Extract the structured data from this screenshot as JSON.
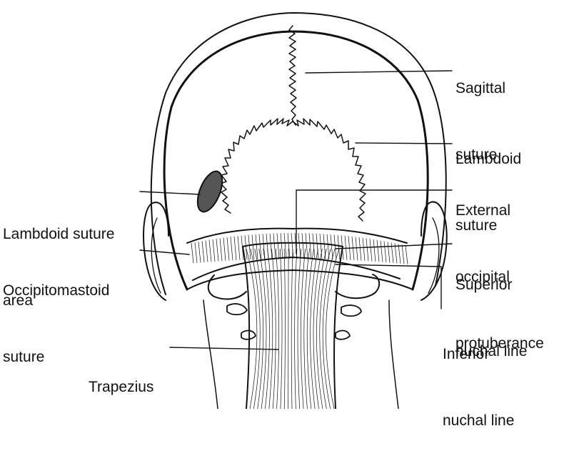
{
  "colors": {
    "ink": "#111111",
    "background": "#ffffff"
  },
  "labels": {
    "sagittal_suture": [
      "Sagittal",
      "suture"
    ],
    "lambdoid_suture": [
      "Lambdoid",
      "suture"
    ],
    "external_occipital_protuberance": [
      "External",
      "occipital",
      "protuberance"
    ],
    "superior_nuchal_line": [
      "Superior",
      "nuchal line"
    ],
    "inferior_nuchal_line": [
      "Inferior",
      "nuchal line"
    ],
    "lambdoid_suture_area": [
      "Lambdoid suture",
      "area"
    ],
    "occipitomastoid_suture": [
      "Occipitomastoid",
      "suture"
    ],
    "trapezius": [
      "Trapezius"
    ]
  }
}
